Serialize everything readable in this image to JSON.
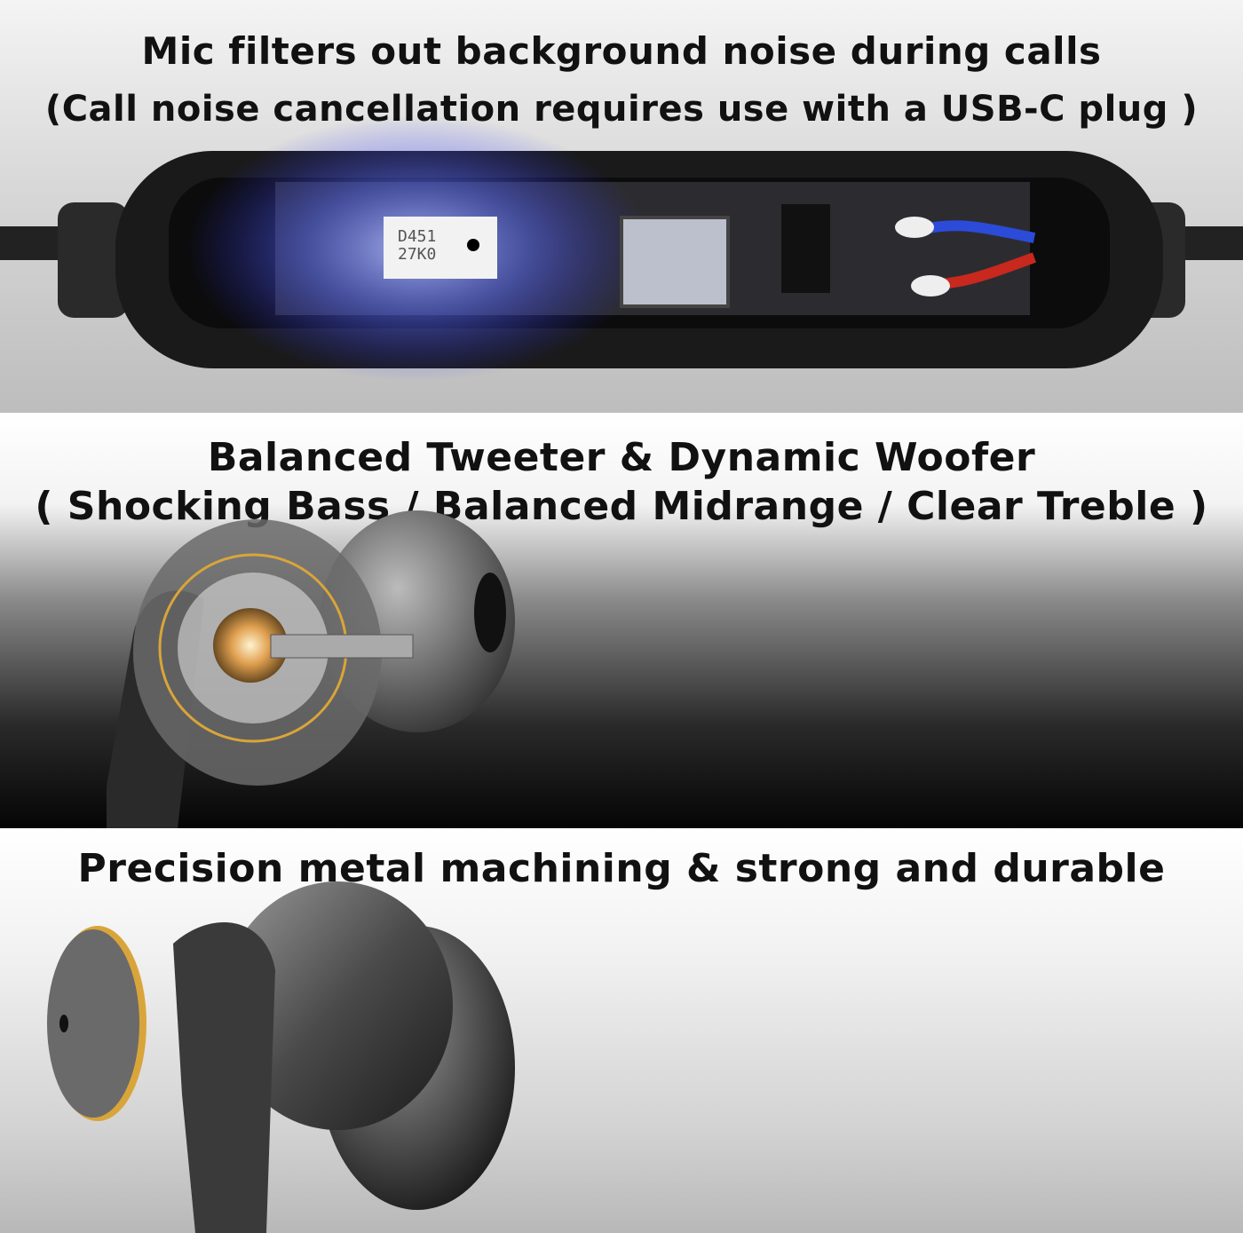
{
  "panel1": {
    "title": "Mic filters out background noise during calls",
    "subtitle": "(Call noise cancellation requires use with a USB-C plug )",
    "chip_label_1": "D451",
    "chip_label_2": "27K0"
  },
  "panel2": {
    "title": "Balanced Tweeter & Dynamic Woofer",
    "subtitle": "( Shocking Bass / Balanced Midrange / Clear Treble )"
  },
  "panel3": {
    "title": "Precision metal machining & strong and durable"
  },
  "colors": {
    "glow": "#5a6cff",
    "gold": "#d9a53a",
    "wire_blue": "#2b4bd8",
    "wire_red": "#c8281e"
  }
}
